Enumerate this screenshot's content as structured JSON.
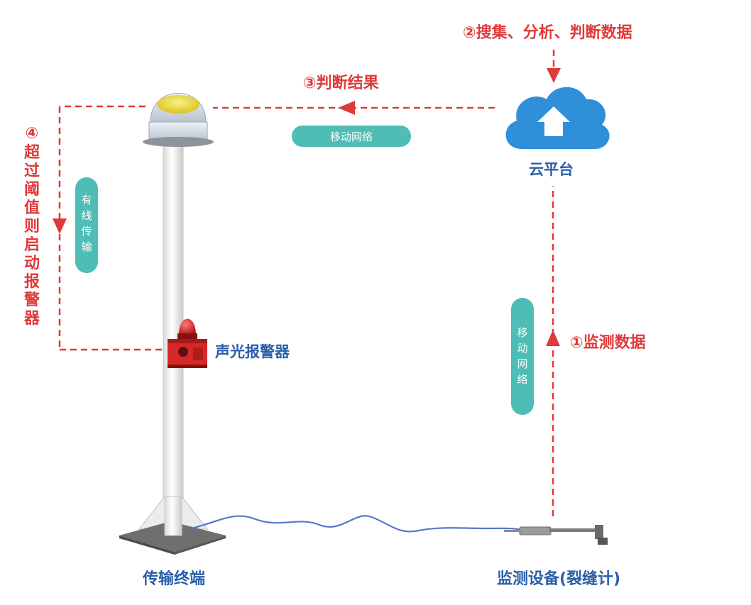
{
  "steps": {
    "step1": "①监测数据",
    "step2": "②搜集、分析、判断数据",
    "step3": "③判断结果",
    "step4_num": "④",
    "step4_chars": [
      "超",
      "过",
      "阈",
      "值",
      "则",
      "启",
      "动",
      "报",
      "警",
      "器"
    ]
  },
  "pills": {
    "mobile_top": "移动网络",
    "wired_chars": [
      "有",
      "线",
      "传",
      "输"
    ],
    "mobile_right_chars": [
      "移",
      "动",
      "网",
      "络"
    ]
  },
  "labels": {
    "cloud": "云平台",
    "alarm": "声光报警器",
    "terminal": "传输终端",
    "device": "监测设备(裂缝计)"
  },
  "colors": {
    "dash_red": "#e03a3a",
    "pill_teal": "#4dbdb5",
    "cloud_blue": "#2f8fd8",
    "label_blue": "#2a5ea8",
    "siren_red": "#d62828"
  }
}
